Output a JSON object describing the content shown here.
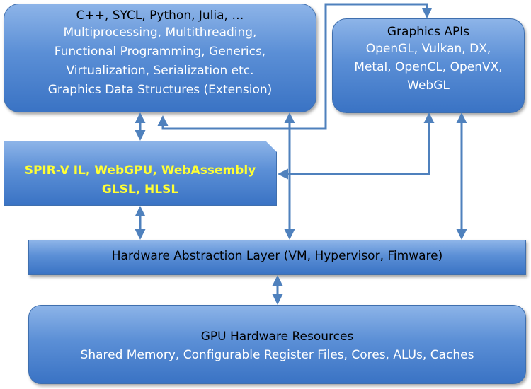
{
  "languages_box": {
    "title": "C++, SYCL, Python, Julia, …",
    "lines": [
      "Multiprocessing, Multithreading,",
      "Functional Programming, Generics,",
      "Virtualization, Serialization etc.",
      "Graphics Data Structures (Extension)"
    ]
  },
  "graphics_apis_box": {
    "title": "Graphics APIs",
    "lines": [
      "OpenGL, Vulkan, DX,",
      "Metal, OpenCL, OpenVX,",
      "WebGL"
    ]
  },
  "ir_box": {
    "lines": [
      "SPIR-V IL, WebGPU, WebAssembly",
      "GLSL, HLSL"
    ]
  },
  "hal_box": {
    "title": "Hardware Abstraction Layer (VM, Hypervisor, Fimware)"
  },
  "gpu_box": {
    "title": "GPU Hardware Resources",
    "subtitle": "Shared Memory, Configurable Register Files, Cores, ALUs, Caches"
  },
  "colors": {
    "box_fill_top": "#8db4e8",
    "box_fill_bottom": "#3a73c4",
    "arrow": "#4f81bd",
    "highlight_text": "#ffff33"
  }
}
